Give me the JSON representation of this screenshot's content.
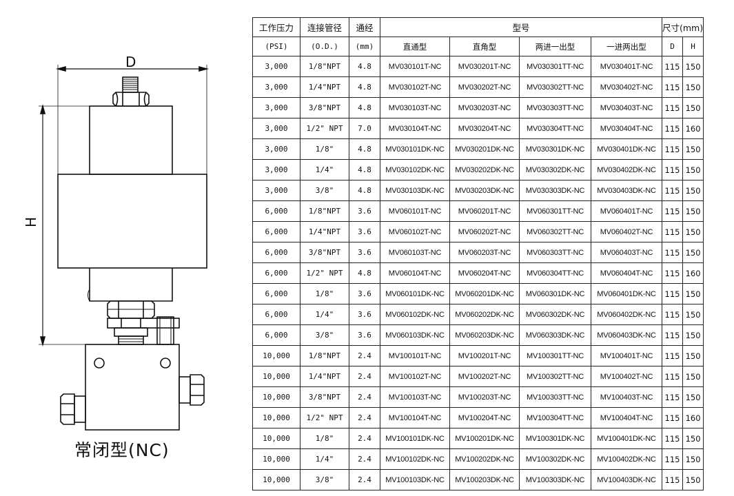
{
  "drawing": {
    "dim_d": "D",
    "dim_h": "H",
    "caption": "常闭型(NC)"
  },
  "table": {
    "header_row1": {
      "pressure": "工作压力",
      "pipe": "连接管径",
      "bore": "通经",
      "model": "型号",
      "size": "尺寸(mm)"
    },
    "header_row2": {
      "pressure_unit": "(PSI)",
      "pipe_unit": "(O.D.)",
      "bore_unit": "(mm)",
      "straight": "直通型",
      "angle": "直角型",
      "two_in_one_out": "两进一出型",
      "one_in_two_out": "一进两出型",
      "d": "D",
      "h": "H"
    },
    "rows": [
      [
        "3,000",
        "1/8\"NPT",
        "4.8",
        "MV030101T-NC",
        "MV030201T-NC",
        "MV030301TT-NC",
        "MV030401T-NC",
        "115",
        "150"
      ],
      [
        "3,000",
        "1/4\"NPT",
        "4.8",
        "MV030102T-NC",
        "MV030202T-NC",
        "MV030302TT-NC",
        "MV030402T-NC",
        "115",
        "150"
      ],
      [
        "3,000",
        "3/8\"NPT",
        "4.8",
        "MV030103T-NC",
        "MV030203T-NC",
        "MV030303TT-NC",
        "MV030403T-NC",
        "115",
        "150"
      ],
      [
        "3,000",
        "1/2\" NPT",
        "7.0",
        "MV030104T-NC",
        "MV030204T-NC",
        "MV030304TT-NC",
        "MV030404T-NC",
        "115",
        "160"
      ],
      [
        "3,000",
        "1/8\"",
        "4.8",
        "MV030101DK-NC",
        "MV030201DK-NC",
        "MV030301DK-NC",
        "MV030401DK-NC",
        "115",
        "150"
      ],
      [
        "3,000",
        "1/4\"",
        "4.8",
        "MV030102DK-NC",
        "MV030202DK-NC",
        "MV030302DK-NC",
        "MV030402DK-NC",
        "115",
        "150"
      ],
      [
        "3,000",
        "3/8\"",
        "4.8",
        "MV030103DK-NC",
        "MV030203DK-NC",
        "MV030303DK-NC",
        "MV030403DK-NC",
        "115",
        "150"
      ],
      [
        "6,000",
        "1/8\"NPT",
        "3.6",
        "MV060101T-NC",
        "MV060201T-NC",
        "MV060301TT-NC",
        "MV060401T-NC",
        "115",
        "150"
      ],
      [
        "6,000",
        "1/4\"NPT",
        "3.6",
        "MV060102T-NC",
        "MV060202T-NC",
        "MV060302TT-NC",
        "MV060402T-NC",
        "115",
        "150"
      ],
      [
        "6,000",
        "3/8\"NPT",
        "3.6",
        "MV060103T-NC",
        "MV060203T-NC",
        "MV060303TT-NC",
        "MV060403T-NC",
        "115",
        "150"
      ],
      [
        "6,000",
        "1/2\" NPT",
        "4.8",
        "MV060104T-NC",
        "MV060204T-NC",
        "MV060304TT-NC",
        "MV060404T-NC",
        "115",
        "160"
      ],
      [
        "6,000",
        "1/8\"",
        "3.6",
        "MV060101DK-NC",
        "MV060201DK-NC",
        "MV060301DK-NC",
        "MV060401DK-NC",
        "115",
        "150"
      ],
      [
        "6,000",
        "1/4\"",
        "3.6",
        "MV060102DK-NC",
        "MV060202DK-NC",
        "MV060302DK-NC",
        "MV060402DK-NC",
        "115",
        "150"
      ],
      [
        "6,000",
        "3/8\"",
        "3.6",
        "MV060103DK-NC",
        "MV060203DK-NC",
        "MV060303DK-NC",
        "MV060403DK-NC",
        "115",
        "150"
      ],
      [
        "10,000",
        "1/8\"NPT",
        "2.4",
        "MV100101T-NC",
        "MV100201T-NC",
        "MV100301TT-NC",
        "MV100401T-NC",
        "115",
        "150"
      ],
      [
        "10,000",
        "1/4\"NPT",
        "2.4",
        "MV100102T-NC",
        "MV100202T-NC",
        "MV100302TT-NC",
        "MV100402T-NC",
        "115",
        "150"
      ],
      [
        "10,000",
        "3/8\"NPT",
        "2.4",
        "MV100103T-NC",
        "MV100203T-NC",
        "MV100303TT-NC",
        "MV100403T-NC",
        "115",
        "150"
      ],
      [
        "10,000",
        "1/2\" NPT",
        "2.4",
        "MV100104T-NC",
        "MV100204T-NC",
        "MV100304TT-NC",
        "MV100404T-NC",
        "115",
        "160"
      ],
      [
        "10,000",
        "1/8\"",
        "2.4",
        "MV100101DK-NC",
        "MV100201DK-NC",
        "MV100301DK-NC",
        "MV100401DK-NC",
        "115",
        "150"
      ],
      [
        "10,000",
        "1/4\"",
        "2.4",
        "MV100102DK-NC",
        "MV100202DK-NC",
        "MV100302DK-NC",
        "MV100402DK-NC",
        "115",
        "150"
      ],
      [
        "10,000",
        "3/8\"",
        "2.4",
        "MV100103DK-NC",
        "MV100203DK-NC",
        "MV100303DK-NC",
        "MV100403DK-NC",
        "115",
        "150"
      ]
    ]
  }
}
